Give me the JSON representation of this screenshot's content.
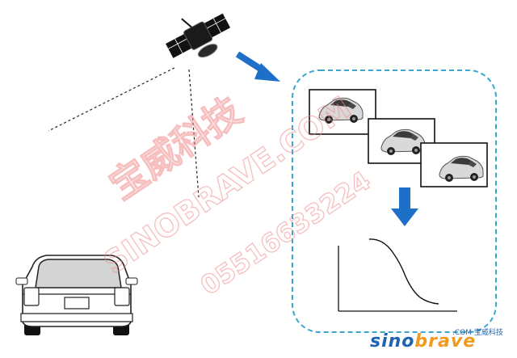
{
  "watermark": {
    "chinese": "宝威科技",
    "latin": "SINOBRAVE.COM",
    "phone": "05516633224"
  },
  "logo": {
    "brand_part1": "sino",
    "brand_part2": "brave",
    "subtitle": ".COM 宝威科技"
  },
  "colors": {
    "arrow": "#1e6fc7",
    "panel_border": "#3aa7cf",
    "watermark": "#f08a8a",
    "logo_blue": "#1e63b3",
    "logo_orange": "#f39a1e"
  },
  "icons": {
    "satellite": "satellite-icon",
    "vehicle": "station-wagon-rear-icon",
    "car_thumbnails": "hatchback-car-icon",
    "graph": "decay-curve-graph"
  }
}
